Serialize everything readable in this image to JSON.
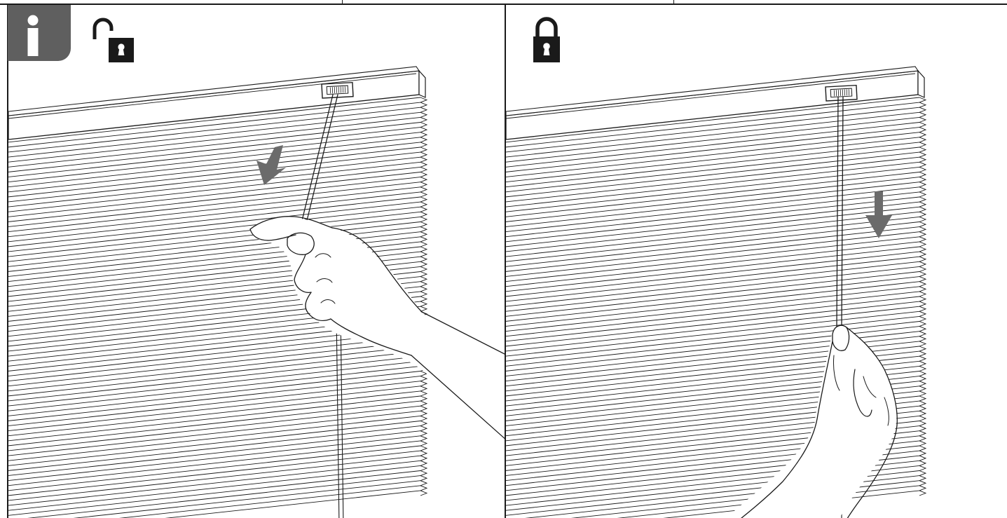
{
  "document": {
    "type": "instruction-illustration",
    "panels": [
      {
        "step": "unlock-and-position",
        "lock_state": "unlocked",
        "icon": "unlocked-padlock-icon",
        "arrow": "diagonal-down-arrow-icon"
      },
      {
        "step": "lock-and-pull-down",
        "lock_state": "locked",
        "icon": "locked-padlock-icon",
        "arrow": "down-arrow-icon"
      }
    ],
    "badge": {
      "icon": "info-icon",
      "color": "#5f5f5f"
    },
    "colors": {
      "line": "#1a1a1a",
      "arrow": "#6b6b6b",
      "background": "#ffffff"
    }
  }
}
